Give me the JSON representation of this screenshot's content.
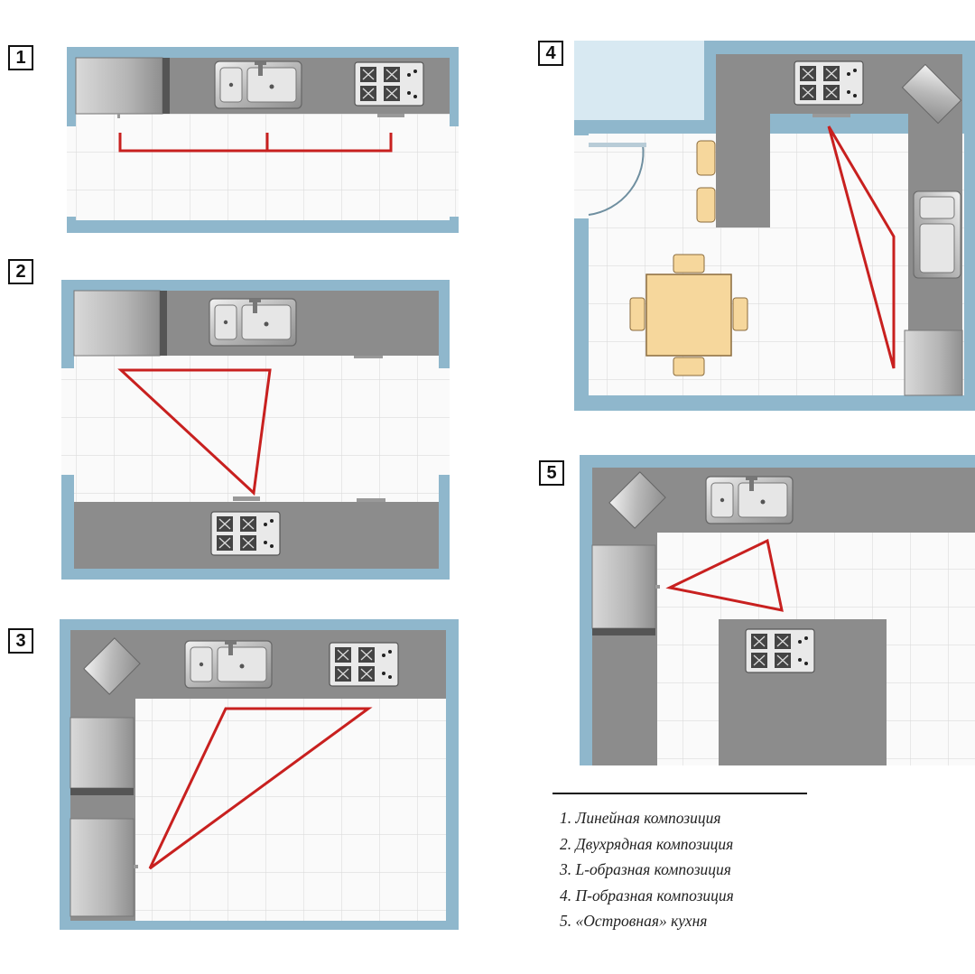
{
  "layout_numbers": [
    "1",
    "2",
    "3",
    "4",
    "5"
  ],
  "legend": [
    "1. Линейная композиция",
    "2. Двухрядная композиция",
    "3. L-образная композиция",
    "4. П-образная композиция",
    "5. «Островная» кухня"
  ],
  "colors": {
    "wall": "#8fb7cc",
    "counter": "#8c8c8c",
    "floor": "#fafafa",
    "grid": "#dcdcdc",
    "work_triangle": "#c8201f",
    "table": "#f6d79c",
    "outside": "#d8e9f2"
  }
}
